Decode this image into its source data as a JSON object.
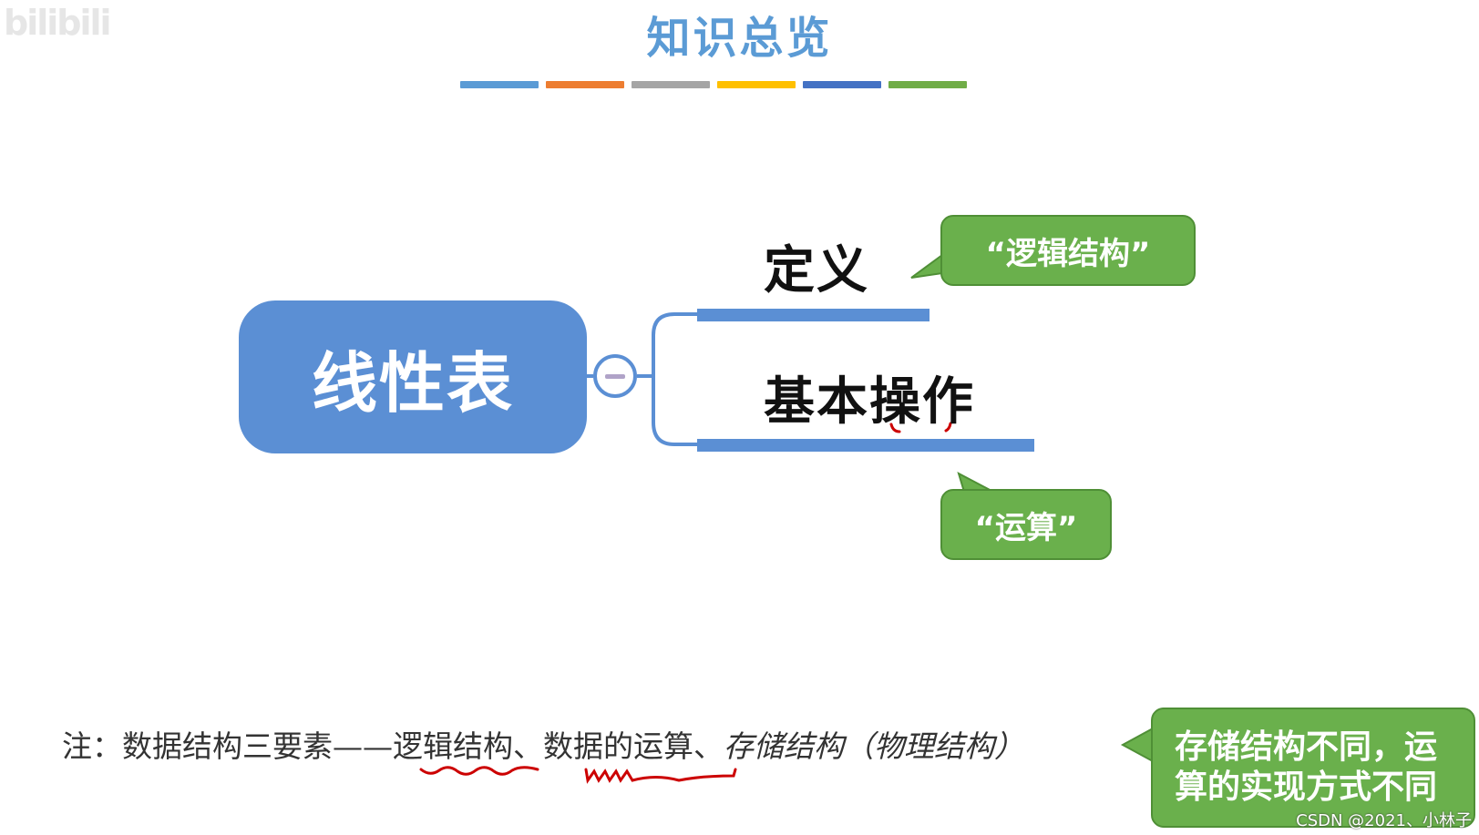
{
  "watermark": {
    "logo_text": "bilibili"
  },
  "title": "知识总览",
  "title_bar_colors": [
    "#5b9bd5",
    "#ed7d31",
    "#a5a5a5",
    "#ffc000",
    "#4472c4",
    "#70ad47"
  ],
  "central_node": {
    "label": "线性表",
    "color": "#5b8fd4"
  },
  "toggle": {
    "state": "collapse"
  },
  "branches": [
    {
      "label": "定义",
      "callout": "“逻辑结构”"
    },
    {
      "label": "基本操作",
      "callout": "“运算”"
    }
  ],
  "note": {
    "prefix": "注：数据结构三要素——",
    "item1": "逻辑结构",
    "sep1": "、",
    "item2": "数据的运算",
    "sep2": "、",
    "item3": "存储结构（物理结构）"
  },
  "note_callout": {
    "line1": "存储结构不同，运",
    "line2": "算的实现方式不同"
  },
  "credit": "CSDN @2021、小林子",
  "colors": {
    "accent": "#5b8fd4",
    "callout_green": "#6ab04c",
    "annotation_red": "#cc0000"
  }
}
